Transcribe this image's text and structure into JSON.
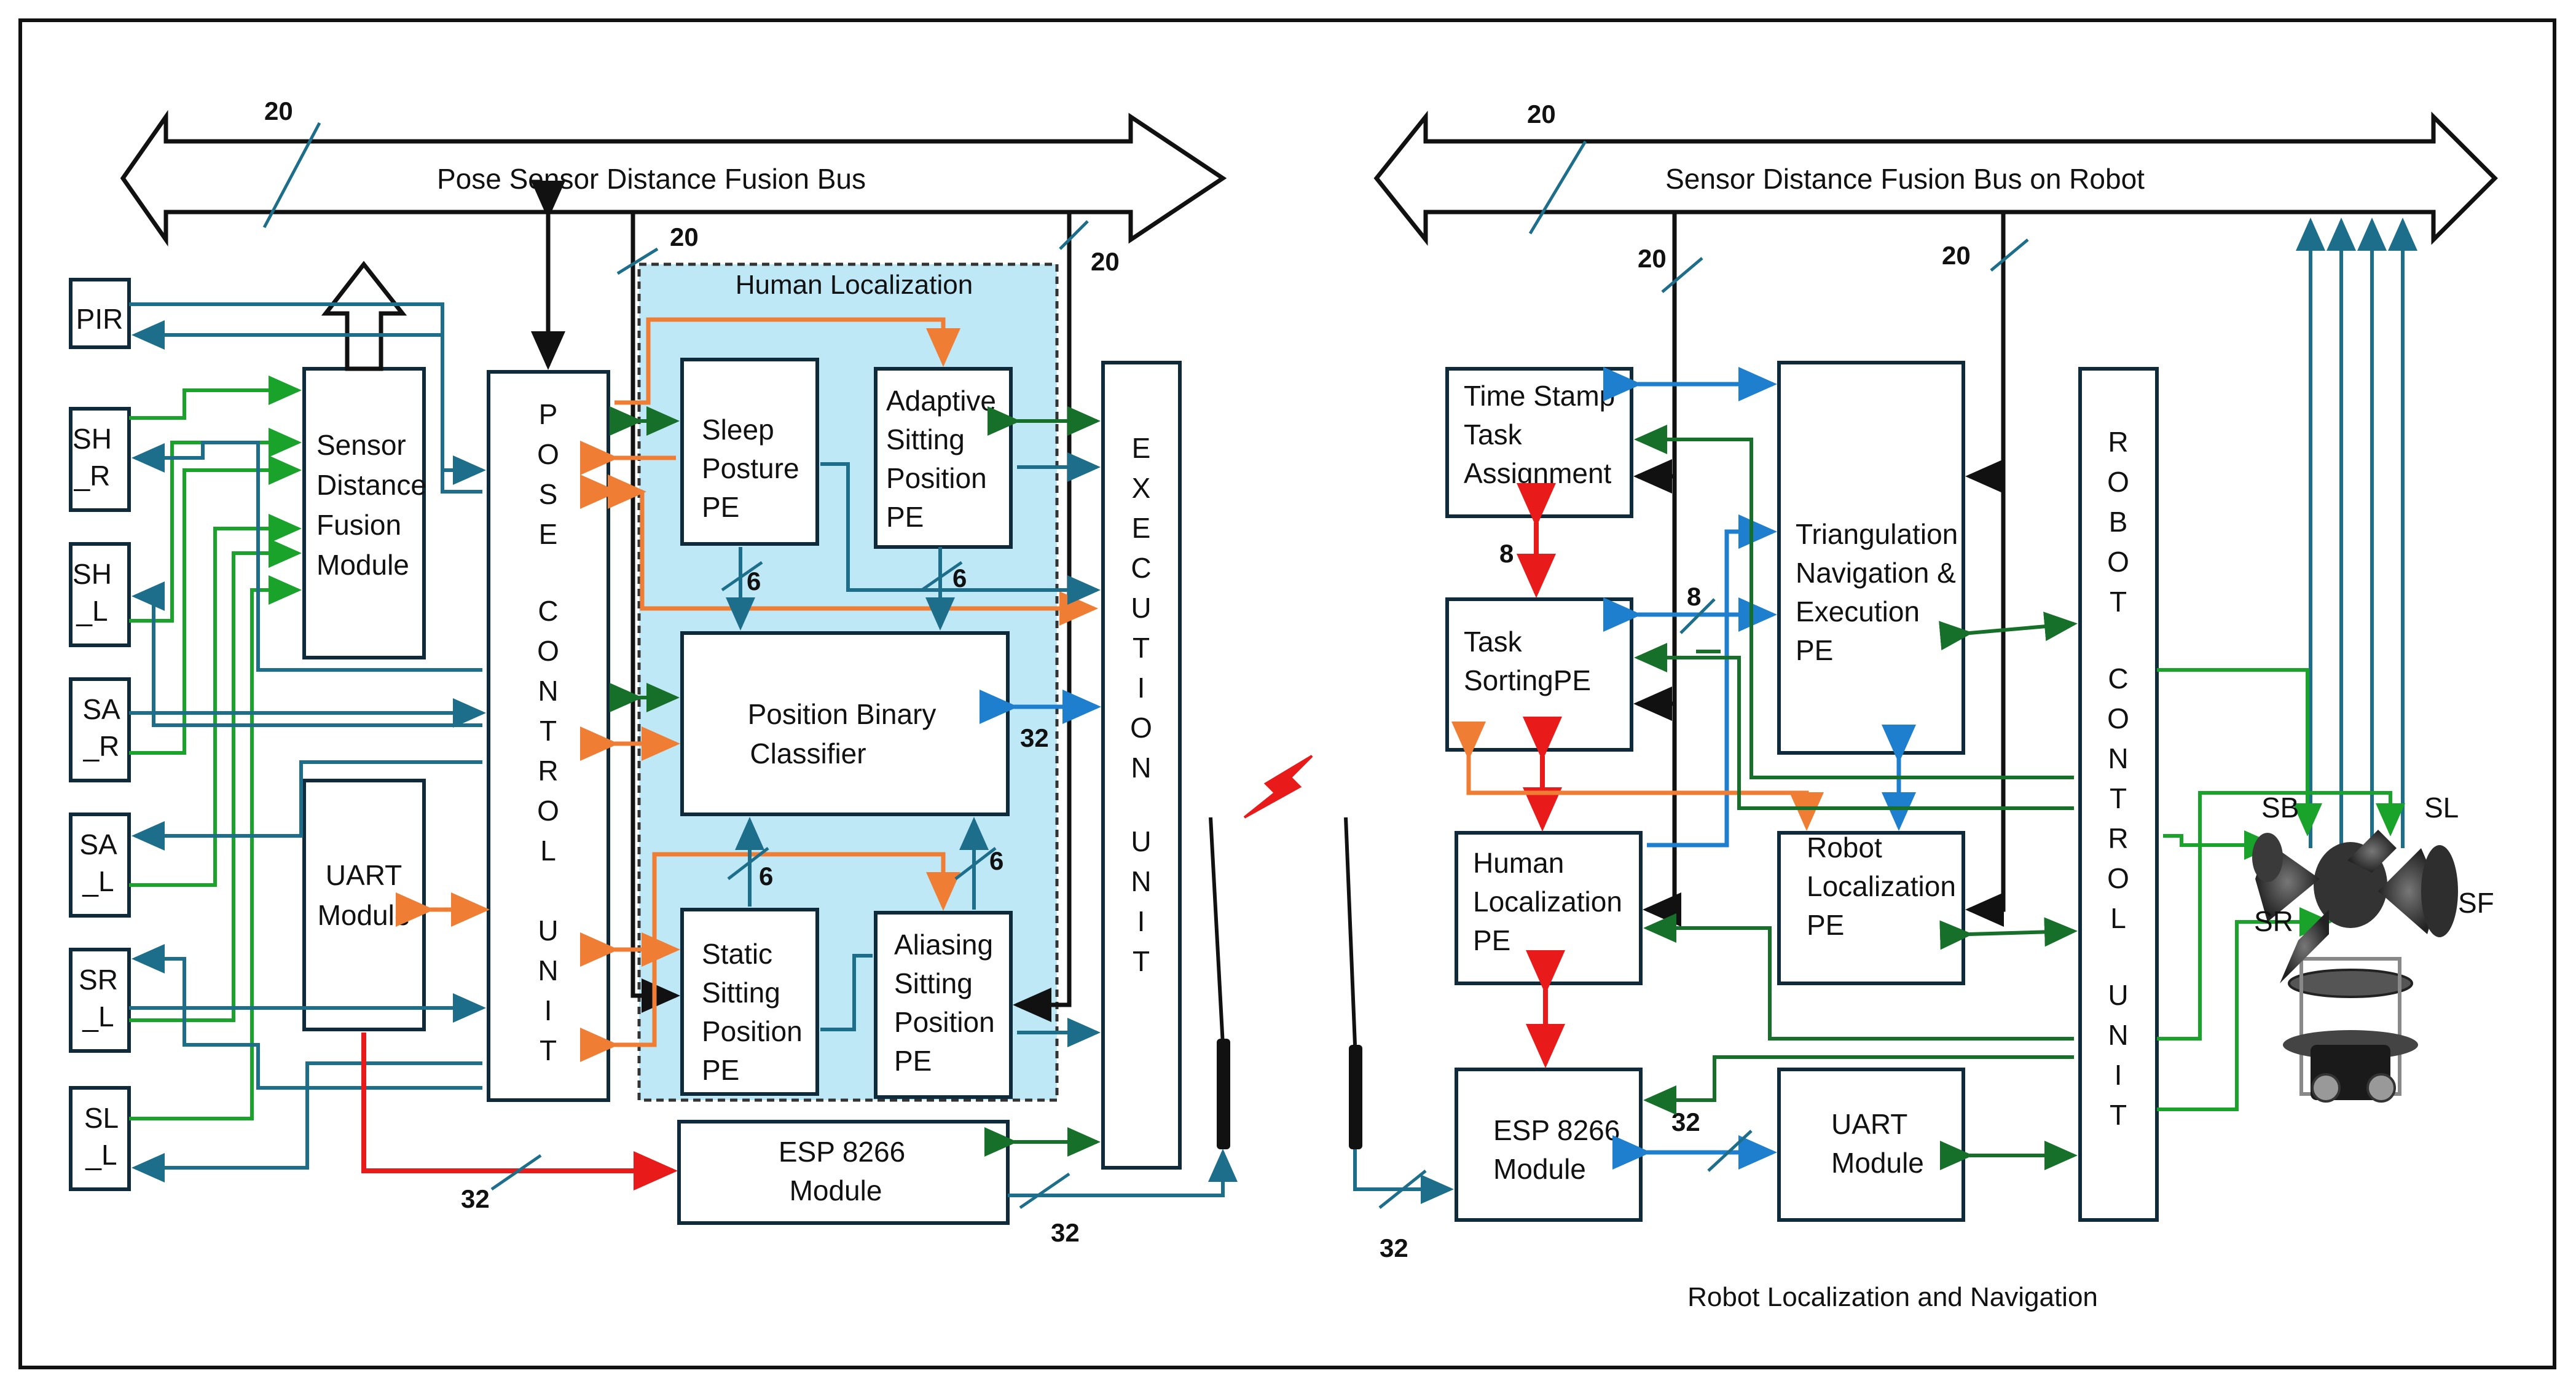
{
  "left_panel": {
    "bus_label": "Pose Sensor Distance Fusion Bus",
    "bus_width": "20",
    "bus_branch_1": "20",
    "bus_branch_2": "20",
    "sensors": [
      "PIR",
      "SH\n_R",
      "SH\n_L",
      "SA\n_R",
      "SA\n_L",
      "SR\n_L",
      "SL\n_L"
    ],
    "sensor_fusion": "Sensor\nDistance\nFusion\nModule",
    "uart": "UART\nModule",
    "pose_control": "POSE\n\nCONTROL\n\nUNIT",
    "human_localization_title": "Human Localization",
    "sleep_posture": "Sleep\nPosture\nPE",
    "adaptive_sitting": "Adaptive\nSitting\nPosition\nPE",
    "position_binary": "Position Binary\nClassifier",
    "static_sitting": "Static\nSitting\nPosition\nPE",
    "aliasing_sitting": "Aliasing\nSitting\nPosition\nPE",
    "execution_unit": "EXECUTION\n\nUNIT",
    "esp_module": "ESP 8266\nModule",
    "w6a": "6",
    "w6b": "6",
    "w6c": "6",
    "w6d": "6",
    "w32a": "32",
    "w32b": "32",
    "w32c": "32"
  },
  "right_panel": {
    "bus_label": "Sensor Distance Fusion Bus on Robot",
    "bus_width": "20",
    "bus_branch_1": "20",
    "bus_branch_2": "20",
    "time_stamp": "Time Stamp\nTask\nAssignment",
    "task_sorting": "Task\nSortingPE",
    "triangulation": "Triangulation\nNavigation &\nExecution\nPE",
    "human_loc": "Human\nLocalization\nPE",
    "robot_loc": "Robot\nLocalization\nPE",
    "esp_module": "ESP 8266\nModule",
    "uart": "UART\nModule",
    "robot_control": "ROBOT\n\nCONTROL\n\nUNIT",
    "w8a": "8",
    "w8b": "8",
    "w32a": "32",
    "w32b": "32",
    "speakers": [
      "SB",
      "SL",
      "SR",
      "SF"
    ],
    "caption": "Robot  Localization and Navigation"
  }
}
